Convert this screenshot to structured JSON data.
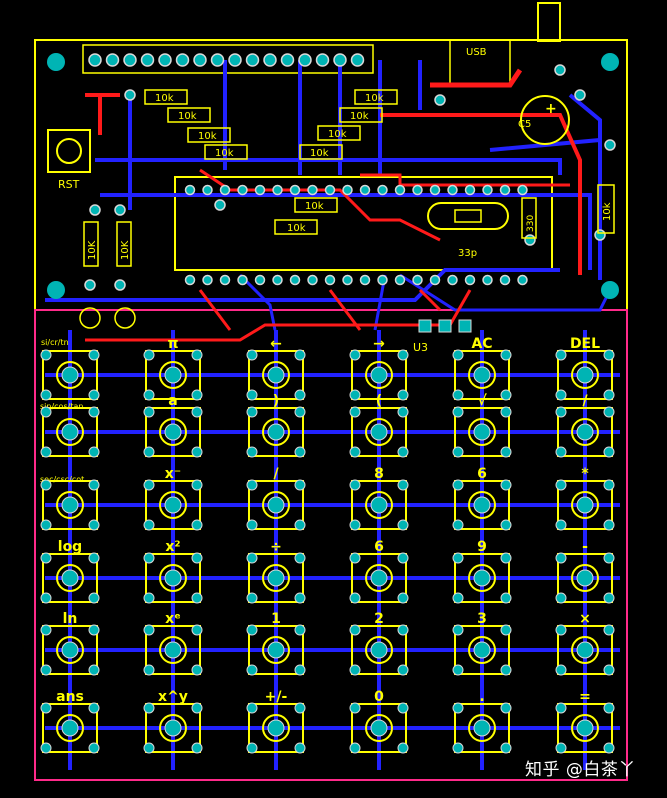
{
  "colors": {
    "background": "#000000",
    "silkscreen": "#ffff00",
    "top_copper": "#ff1a1a",
    "bottom_copper": "#2222ff",
    "outline": "#ff2a8a",
    "pad": "#00b4b4",
    "pad_ring": "#d8d8d8"
  },
  "labels": {
    "reset": "RST",
    "usb": "USB",
    "cap": "C5",
    "cap_plus": "+",
    "regulator": "U3",
    "crystal_cap": "33p",
    "res_10k": "10k",
    "res_10k_b": "10K",
    "res_330": "330"
  },
  "keypad": {
    "rows": [
      {
        "side": "",
        "keys": [
          "",
          "π",
          "←",
          "→",
          "AC",
          "DEL"
        ]
      },
      {
        "side": "sin/cos/tan",
        "keys": [
          "",
          "a",
          ")",
          "(",
          "√",
          "/"
        ]
      },
      {
        "side": "sec/csc/cot",
        "keys": [
          "",
          "x⁻",
          "/",
          "8",
          "6",
          "*"
        ]
      },
      {
        "side": "",
        "keys": [
          "log",
          "x²",
          "÷",
          "6",
          "9",
          "-"
        ]
      },
      {
        "side": "",
        "keys": [
          "ln",
          "xᵉ",
          "1",
          "2",
          "3",
          "×"
        ]
      },
      {
        "side": "",
        "keys": [
          "ans",
          "x^y",
          "+/-",
          "0",
          ".",
          "="
        ]
      }
    ],
    "col1_top_label": "si/cr/tn"
  },
  "watermark": "知乎 @白茶丫"
}
